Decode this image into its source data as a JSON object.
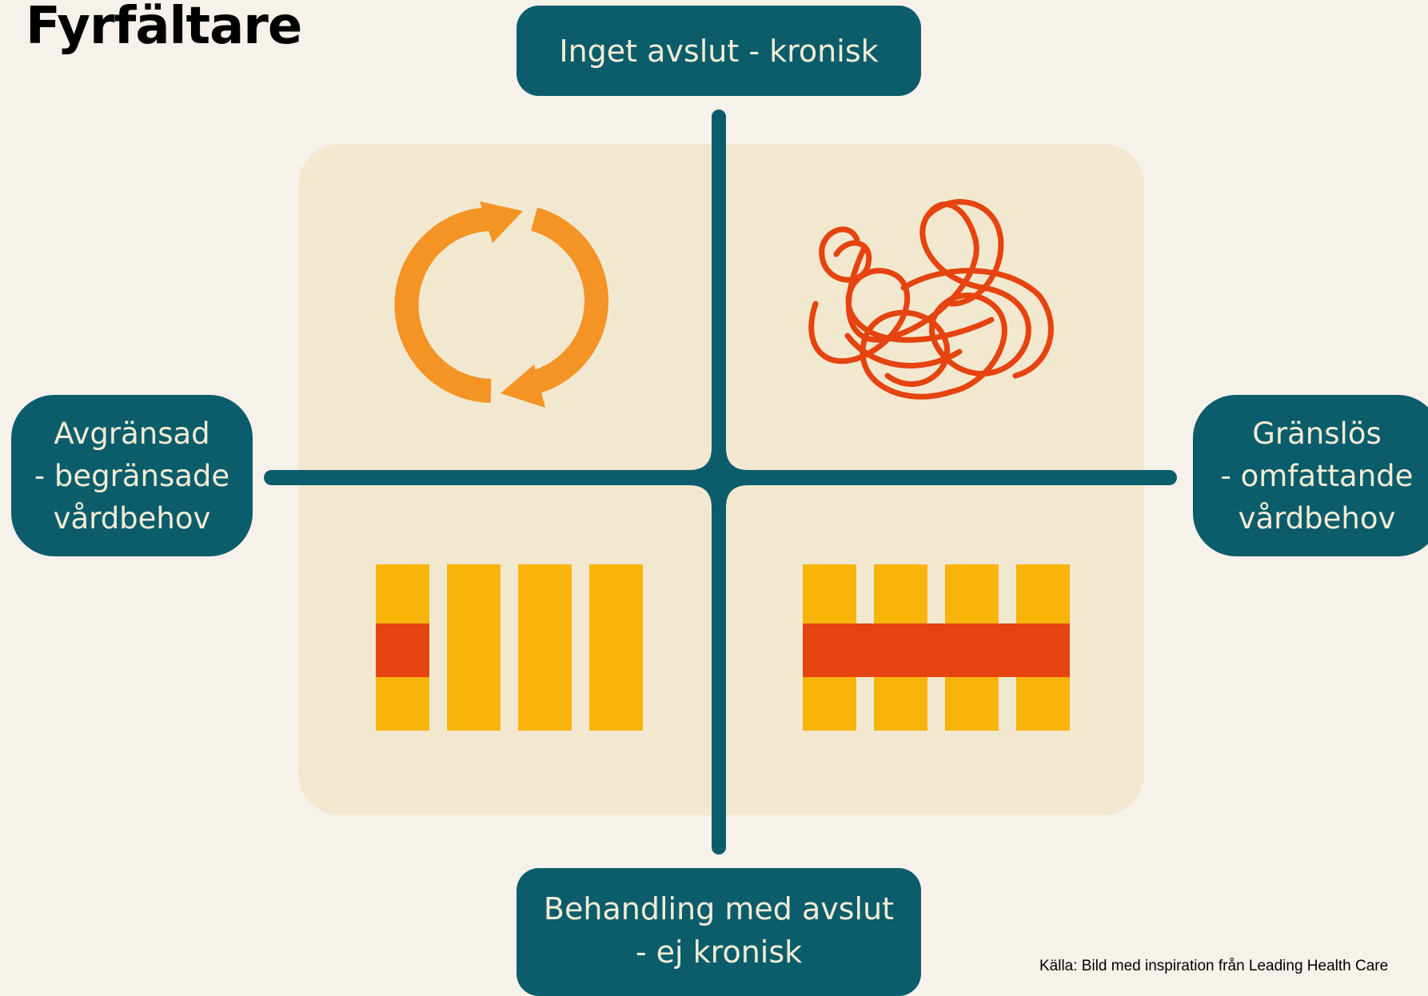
{
  "title": "Fyrfältare",
  "labels": {
    "top": "Inget avslut - kronisk",
    "bottom": "Behandling med avslut\n-  ej kronisk",
    "left": "Avgränsad\n- begränsade\nvårdbehov",
    "right": "Gränslös\n- omfattande\nvårdbehov"
  },
  "source": "Källa: Bild med inspiration från Leading Health Care",
  "colors": {
    "background": "#f6f1ea",
    "panel": "#f2e8d0",
    "teal": "#0b5d6b",
    "label_text": "#f4ecd5",
    "orange": "#f39425",
    "red_orange": "#e5430f",
    "yellow": "#f9b40c"
  },
  "quadrants": [
    {
      "position": "top-left",
      "icon": "cycle-arrows-icon"
    },
    {
      "position": "top-right",
      "icon": "tangle-icon"
    },
    {
      "position": "bottom-left",
      "icon": "parallel-bars-single-band-icon"
    },
    {
      "position": "bottom-right",
      "icon": "parallel-bars-full-band-icon"
    }
  ]
}
